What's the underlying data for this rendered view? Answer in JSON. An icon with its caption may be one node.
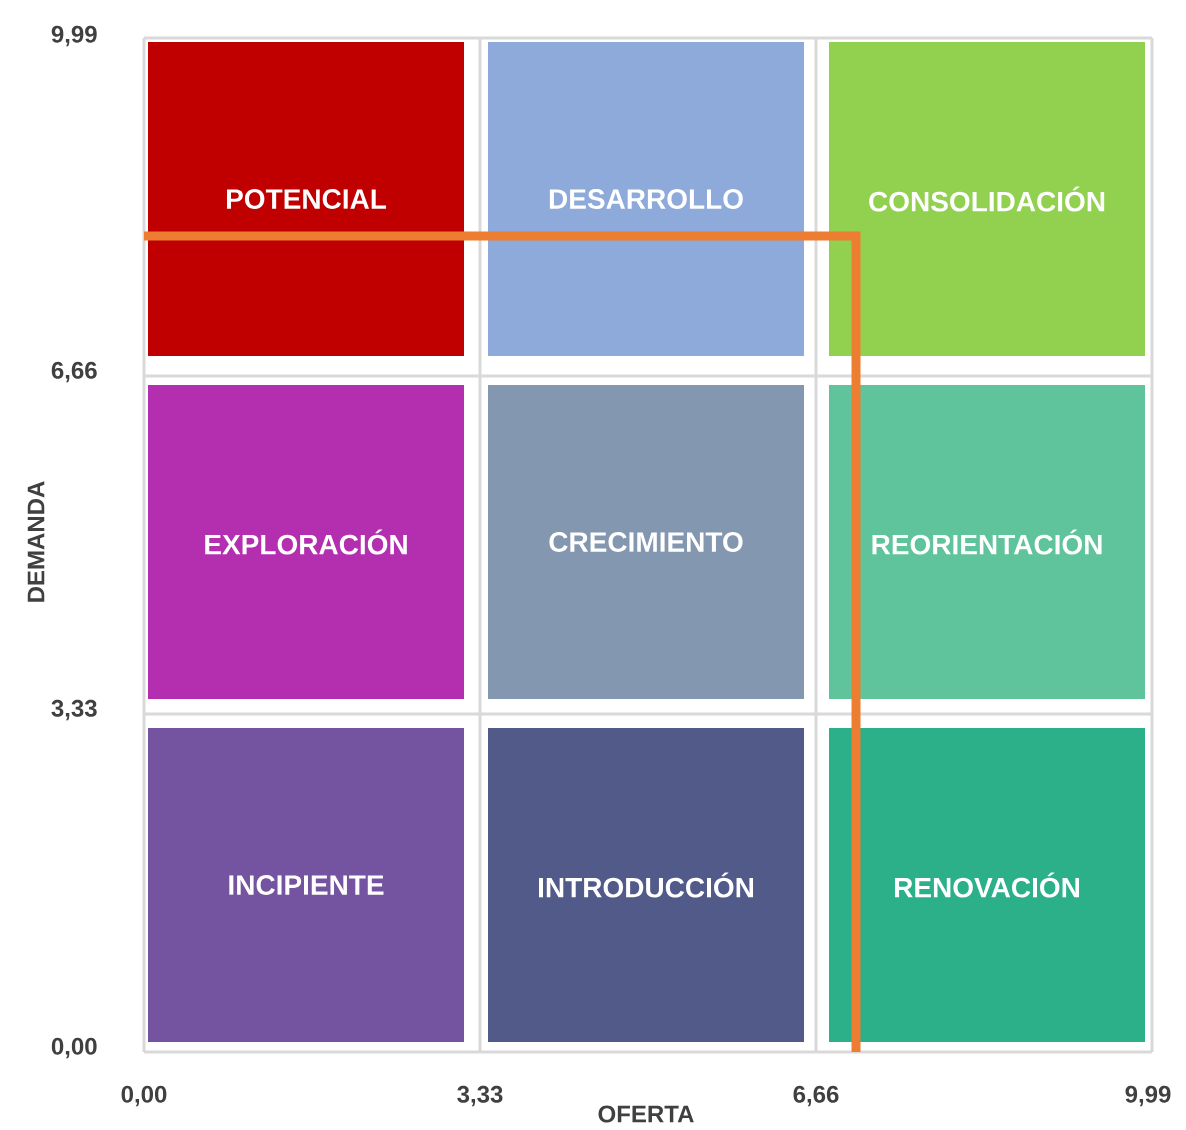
{
  "diagram": {
    "nodes": [
      {
        "text": [
          "POTENCIAL"
        ]
      },
      {
        "text": [
          "DESARROLLO"
        ]
      },
      {
        "text": [
          "CONSOLIDACIÓN"
        ]
      },
      {
        "text": [
          "EXPLORACIÓN"
        ]
      },
      {
        "text": [
          "CRECIMIENTO"
        ]
      },
      {
        "text": [
          "REORIENTACIÓN"
        ]
      },
      {
        "text": [
          "INCIPIENTE"
        ]
      },
      {
        "text": [
          "INTRODUCCIÓN"
        ]
      },
      {
        "text": [
          "RENOVACIÓN"
        ]
      }
    ],
    "labels": [
      "9,99",
      "6,66",
      "DEMANDA",
      "3,33",
      "0,00",
      "0,00",
      "3,33",
      "OFERTA",
      "6,66",
      "9,99"
    ]
  }
}
